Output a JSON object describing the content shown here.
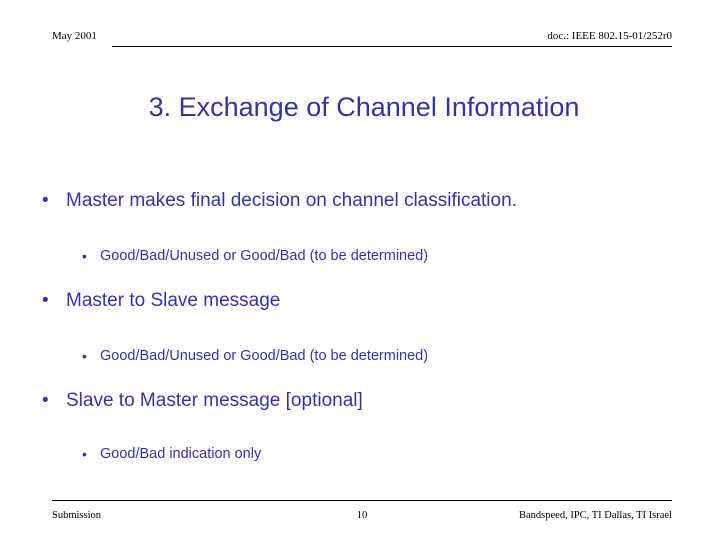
{
  "header": {
    "date": "May 2001",
    "doc_id": "doc.: IEEE 802.15-01/252r0"
  },
  "title": "3. Exchange of Channel Information",
  "colors": {
    "accent": "#3333aa",
    "text": "#000000",
    "background": "#ffffff"
  },
  "bullets": [
    {
      "level": 1,
      "marker": "•",
      "text": "Master makes final decision on channel classification."
    },
    {
      "level": 2,
      "marker": "•",
      "text": "Good/Bad/Unused or Good/Bad (to be determined)"
    },
    {
      "level": 1,
      "marker": "•",
      "text": "Master to Slave message"
    },
    {
      "level": 2,
      "marker": "•",
      "text": "Good/Bad/Unused or Good/Bad (to be determined)"
    },
    {
      "level": 1,
      "marker": "•",
      "text": "Slave to Master message [optional]"
    },
    {
      "level": 2,
      "marker": "•",
      "text": "Good/Bad indication only"
    }
  ],
  "footer": {
    "submission": "Submission",
    "page_number": "10",
    "credit": "Bandspeed, IPC, TI Dallas, TI Israel"
  }
}
